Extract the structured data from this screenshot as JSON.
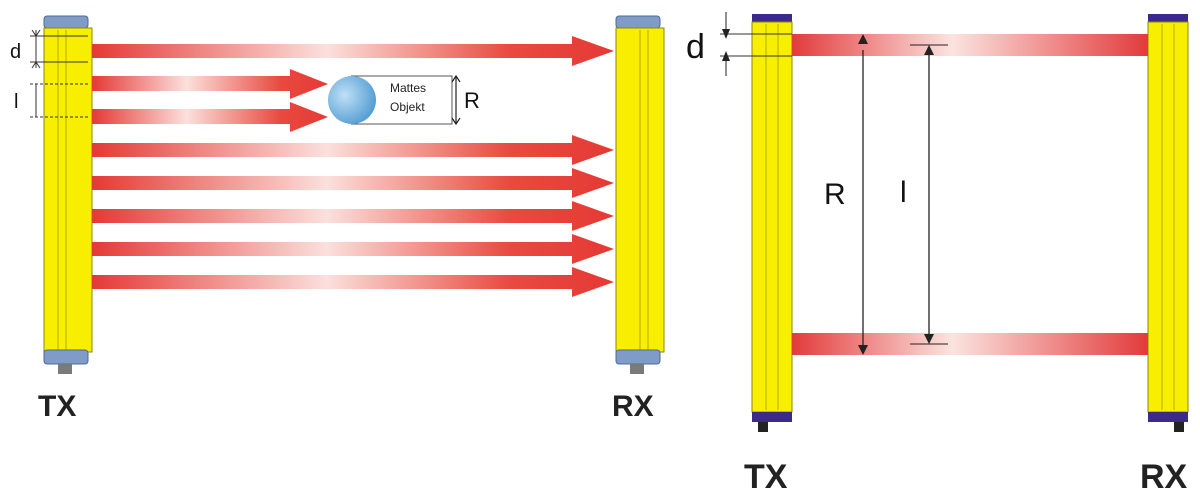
{
  "left_panel": {
    "tx_label": "TX",
    "rx_label": "RX",
    "label_d": "d",
    "label_l": "l",
    "label_r": "R",
    "object_label_line1": "Mattes",
    "object_label_line2": "Objekt"
  },
  "right_panel": {
    "tx_label": "TX",
    "rx_label": "RX",
    "label_d": "d",
    "label_r": "R",
    "label_l": "l"
  },
  "colors": {
    "housing": "#f7ee00",
    "housing_edge": "#8c8a00",
    "beam": "#e23b3b",
    "cap_blue": "#7f9cc8",
    "cap_purple": "#3b2a8c",
    "object": "#7fb8e0"
  }
}
